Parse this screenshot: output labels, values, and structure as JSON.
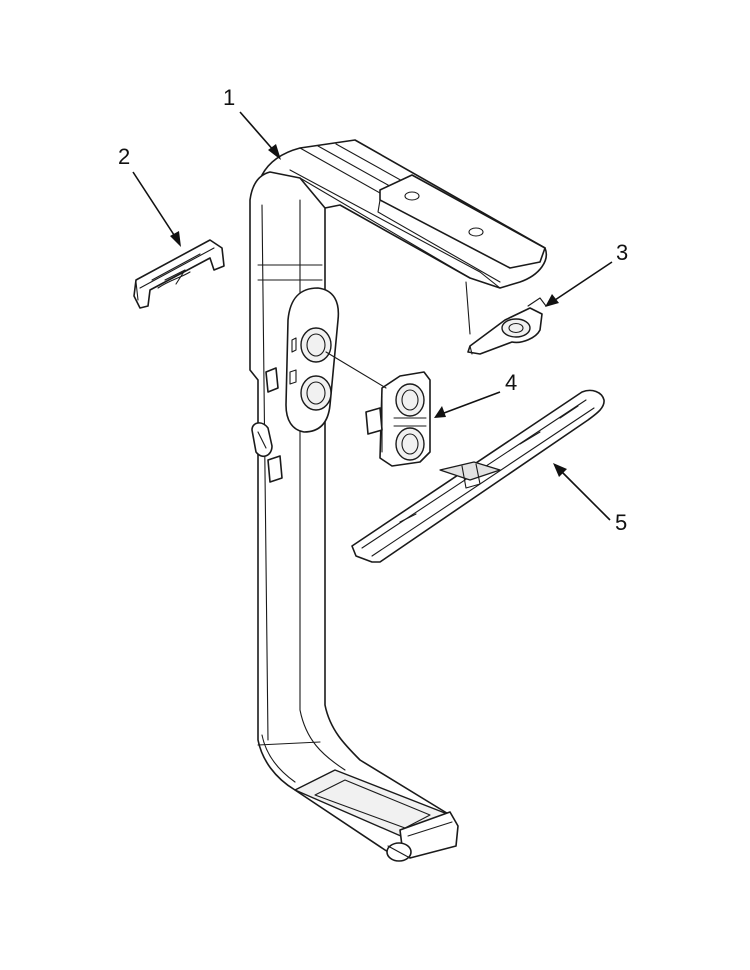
{
  "callouts": {
    "part_1": "1",
    "part_2": "2",
    "part_3": "3",
    "part_4": "4",
    "part_5": "5"
  },
  "colors": {
    "line": "#1a1a1a",
    "background": "#ffffff"
  }
}
